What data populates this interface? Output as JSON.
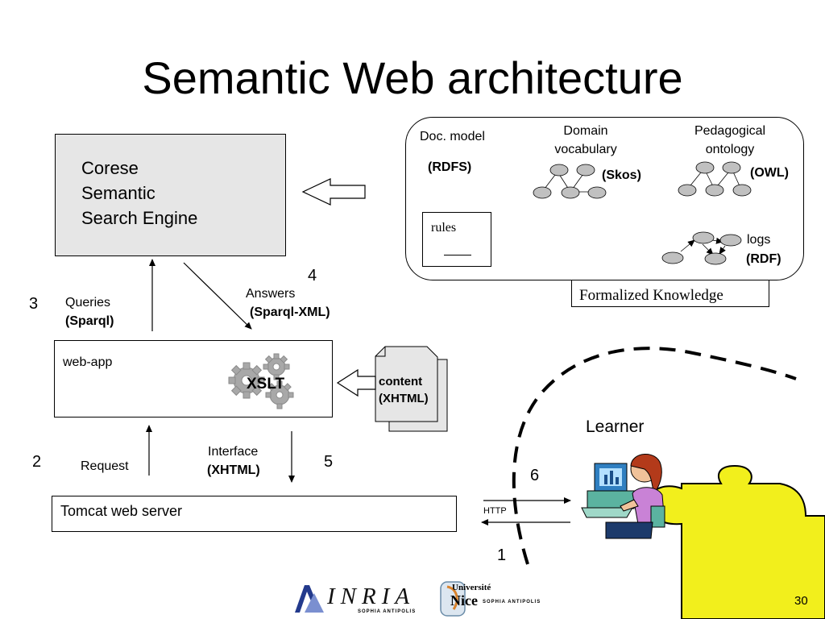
{
  "slide": {
    "title": "Semantic Web architecture",
    "page_number": "30"
  },
  "corese": {
    "line1": "Corese",
    "line2": "Semantic",
    "line3": "Search Engine"
  },
  "knowledge": {
    "doc_model": "Doc. model",
    "rdfs": "(RDFS)",
    "domain_line1": "Domain",
    "domain_line2": "vocabulary",
    "skos": "(Skos)",
    "ped_line1": "Pedagogical",
    "ped_line2": "ontology",
    "owl": "(OWL)",
    "rules": "rules",
    "logs": "logs",
    "rdf": "(RDF)",
    "caption": "Formalized Knowledge"
  },
  "flow": {
    "step3": "3",
    "queries": "Queries",
    "sparql": "(Sparql)",
    "step4": "4",
    "answers": "Answers",
    "sparql_xml": "(Sparql-XML)",
    "webapp": "web-app",
    "xslt": "XSLT",
    "content": "content",
    "content_fmt": "(XHTML)",
    "step2": "2",
    "request": "Request",
    "interface": "Interface",
    "interface_fmt": "(XHTML)",
    "step5": "5",
    "tomcat": "Tomcat web server",
    "http": "HTTP",
    "step6": "6",
    "step1": "1",
    "learner": "Learner"
  },
  "logos": {
    "inria": "INRIA",
    "inria_sub": "SOPHIA ANTIPOLIS",
    "nice_top": "Université",
    "nice_main": "Nice",
    "nice_sub": "SOPHIA ANTIPOLIS"
  },
  "colors": {
    "engine_fill": "#e6e6e6",
    "doc_fill": "#e6e6e6",
    "node_fill": "#c0c0c0",
    "puzzle": "#f2ef1c",
    "gear": "#a8a8a8",
    "inria_blue": "#233a8c"
  },
  "icons": [
    "left-arrow-icon",
    "gear-icon",
    "document-stack-icon",
    "learner-computer-icon",
    "puzzle-piece-icon"
  ]
}
